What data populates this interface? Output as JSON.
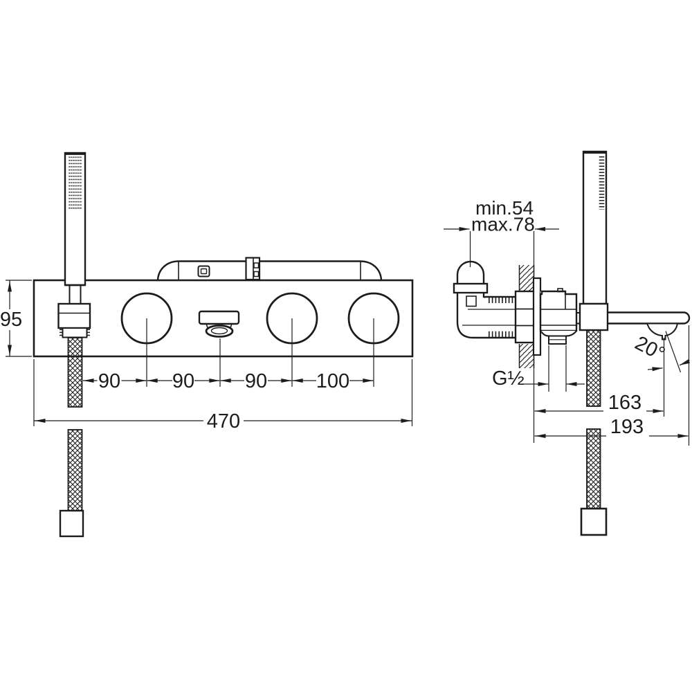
{
  "colors": {
    "line": "#1c1c1c",
    "background": "#ffffff"
  },
  "front_view": {
    "height_dim": "95",
    "spacing_dims": [
      "90",
      "90",
      "90",
      "100"
    ],
    "overall_width_dim": "470"
  },
  "side_view": {
    "depth_min_dim": "min.54",
    "depth_max_dim": "max.78",
    "thread_label": "G½",
    "spout_reach_dim": "163",
    "overall_reach_dim": "193",
    "spout_angle_dim": "20°"
  }
}
